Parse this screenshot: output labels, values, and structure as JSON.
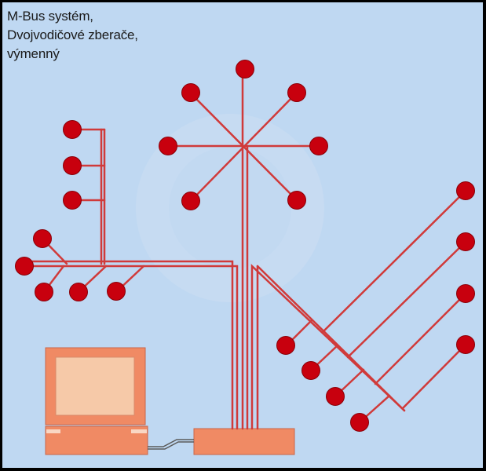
{
  "caption": {
    "line1": "M-Bus systém,",
    "line2": "Dvojvodičové zberače,",
    "line3": "výmenný"
  },
  "colors": {
    "background": "#bfd8f2",
    "bus_line": "#d03a3a",
    "node": "#c8000e",
    "device": "#f08a64",
    "screen": "#f6c9a8",
    "watermark": "#cfe0f4"
  },
  "icons": {
    "computer": "computer-icon",
    "master": "master-unit-icon",
    "meter": "meter-node-icon"
  }
}
